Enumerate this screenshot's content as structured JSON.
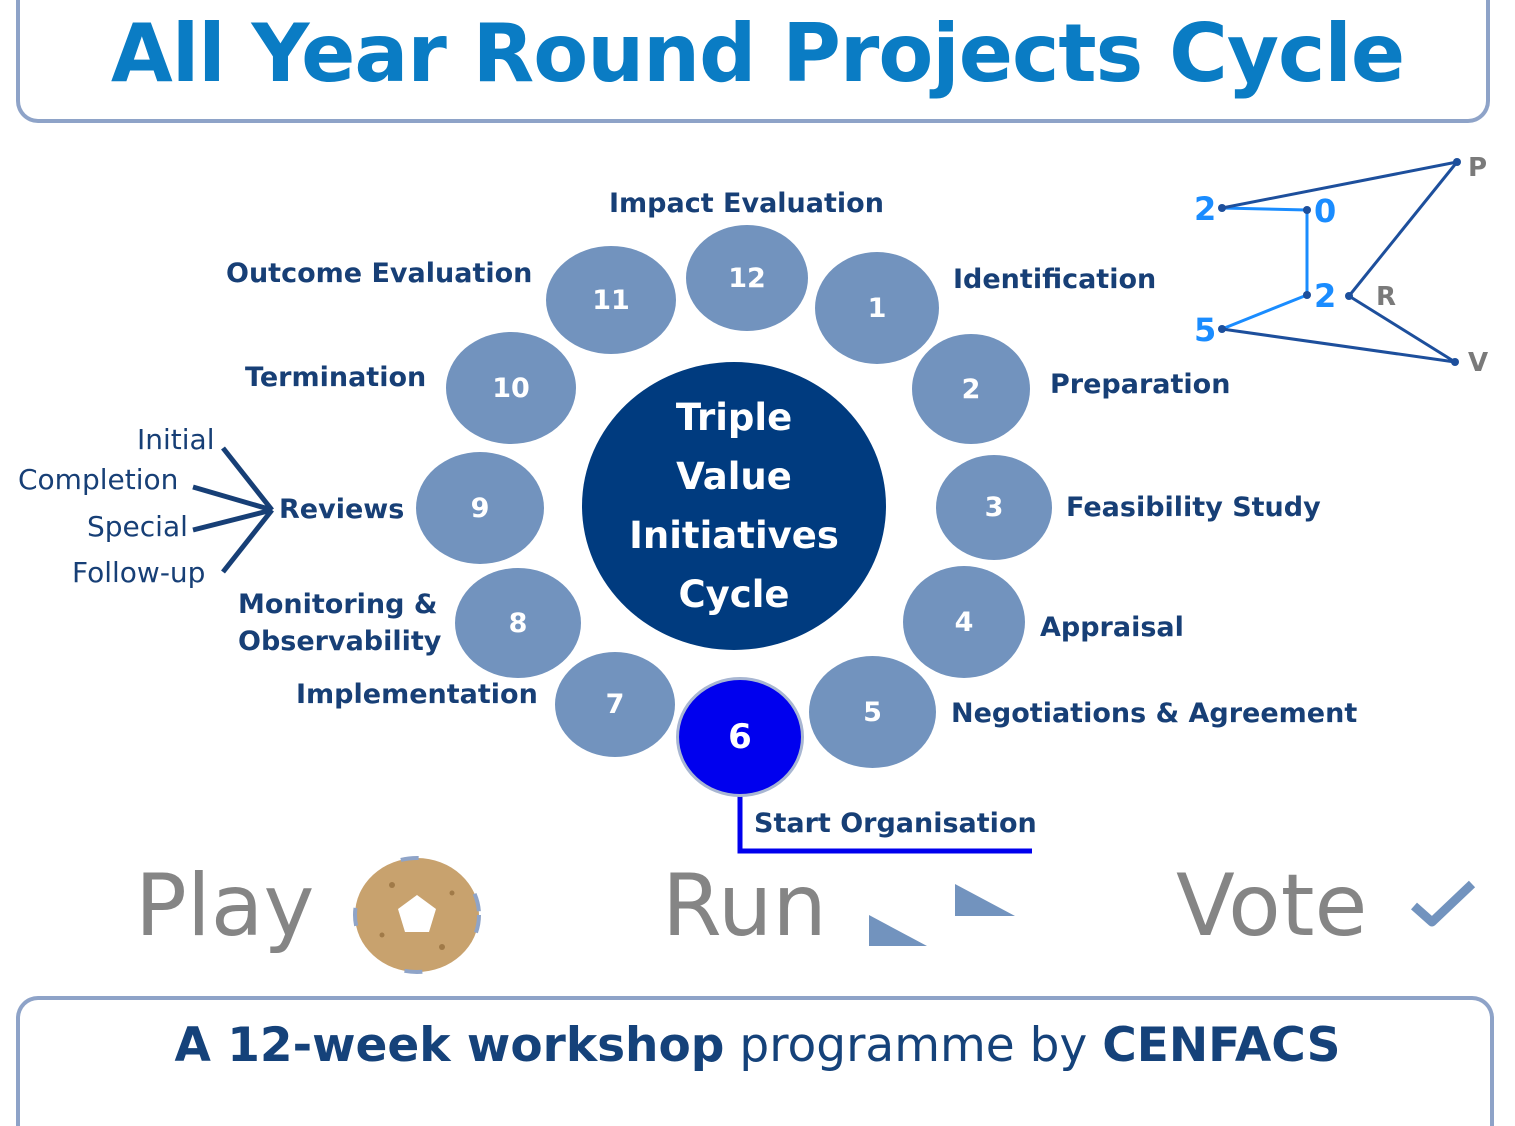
{
  "title": "All Year Round Projects Cycle",
  "center_label": [
    "Triple",
    "Value",
    "Initiatives",
    "Cycle"
  ],
  "steps": [
    {
      "num": "1",
      "label": "Identification"
    },
    {
      "num": "2",
      "label": "Preparation"
    },
    {
      "num": "3",
      "label": "Feasibility Study"
    },
    {
      "num": "4",
      "label": "Appraisal"
    },
    {
      "num": "5",
      "label": "Negotiations & Agreement"
    },
    {
      "num": "6",
      "label": "Start Organisation"
    },
    {
      "num": "7",
      "label": "Implementation"
    },
    {
      "num": "8",
      "label": "Monitoring &",
      "label2": "Observability"
    },
    {
      "num": "9",
      "label": "Reviews"
    },
    {
      "num": "10",
      "label": "Termination"
    },
    {
      "num": "11",
      "label": "Outcome Evaluation"
    },
    {
      "num": "12",
      "label": "Impact Evaluation"
    }
  ],
  "review_types": [
    "Initial",
    "Completion",
    "Special",
    "Follow-up"
  ],
  "year_graphic": {
    "digits": [
      "2",
      "0",
      "2",
      "5"
    ],
    "letters": [
      "P",
      "R",
      "V"
    ]
  },
  "actions": {
    "play": "Play",
    "run": "Run",
    "vote": "Vote"
  },
  "footer": {
    "part1": "A 12-week workshop",
    "part2": " programme by ",
    "part3": "CENFACS"
  },
  "colors": {
    "title": "#0a7cc4",
    "node": "#7293be",
    "active_node": "#0000ee",
    "center": "#003b7f",
    "label": "#173f76",
    "action_text": "#858585",
    "year_digits": "#1a8cff"
  },
  "icons": {
    "play": "ring-icon",
    "run": "steps-icon",
    "vote": "checkmark-icon"
  }
}
